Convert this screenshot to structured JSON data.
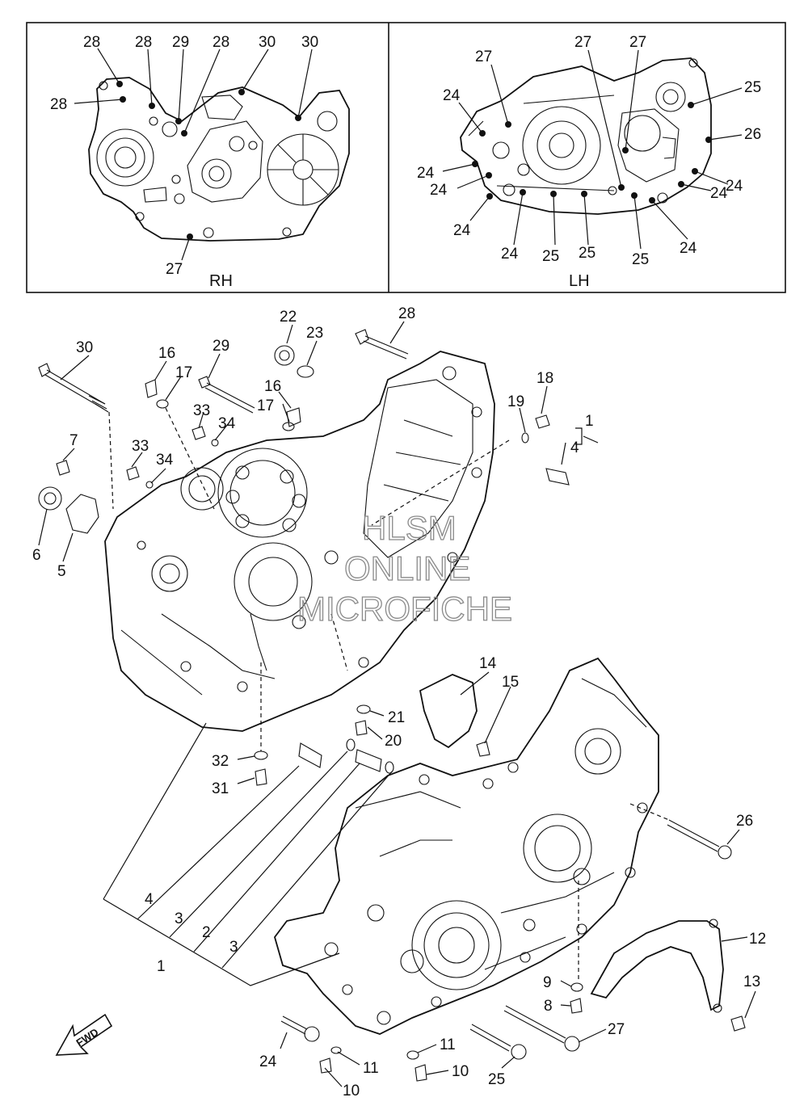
{
  "inset_rh": {
    "caption": "RH",
    "labels": [
      "28",
      "28",
      "29",
      "28",
      "30",
      "30",
      "28",
      "27"
    ]
  },
  "inset_lh": {
    "caption": "LH",
    "labels": [
      "27",
      "27",
      "27",
      "24",
      "25",
      "26",
      "24",
      "24",
      "24",
      "24",
      "24",
      "24",
      "25",
      "25",
      "25",
      "24"
    ]
  },
  "main_labels": [
    "30",
    "16",
    "17",
    "29",
    "33",
    "34",
    "7",
    "33",
    "34",
    "6",
    "5",
    "22",
    "23",
    "16",
    "17",
    "28",
    "18",
    "19",
    "1",
    "4",
    "14",
    "15",
    "21",
    "20",
    "32",
    "31",
    "26",
    "12",
    "13",
    "9",
    "8",
    "27",
    "4",
    "3",
    "2",
    "3",
    "1",
    "24",
    "11",
    "11",
    "10",
    "10",
    "25"
  ],
  "watermark": [
    "HLSM",
    "ONLINE",
    "MICROFICHE"
  ],
  "fwd_text": "FWD"
}
